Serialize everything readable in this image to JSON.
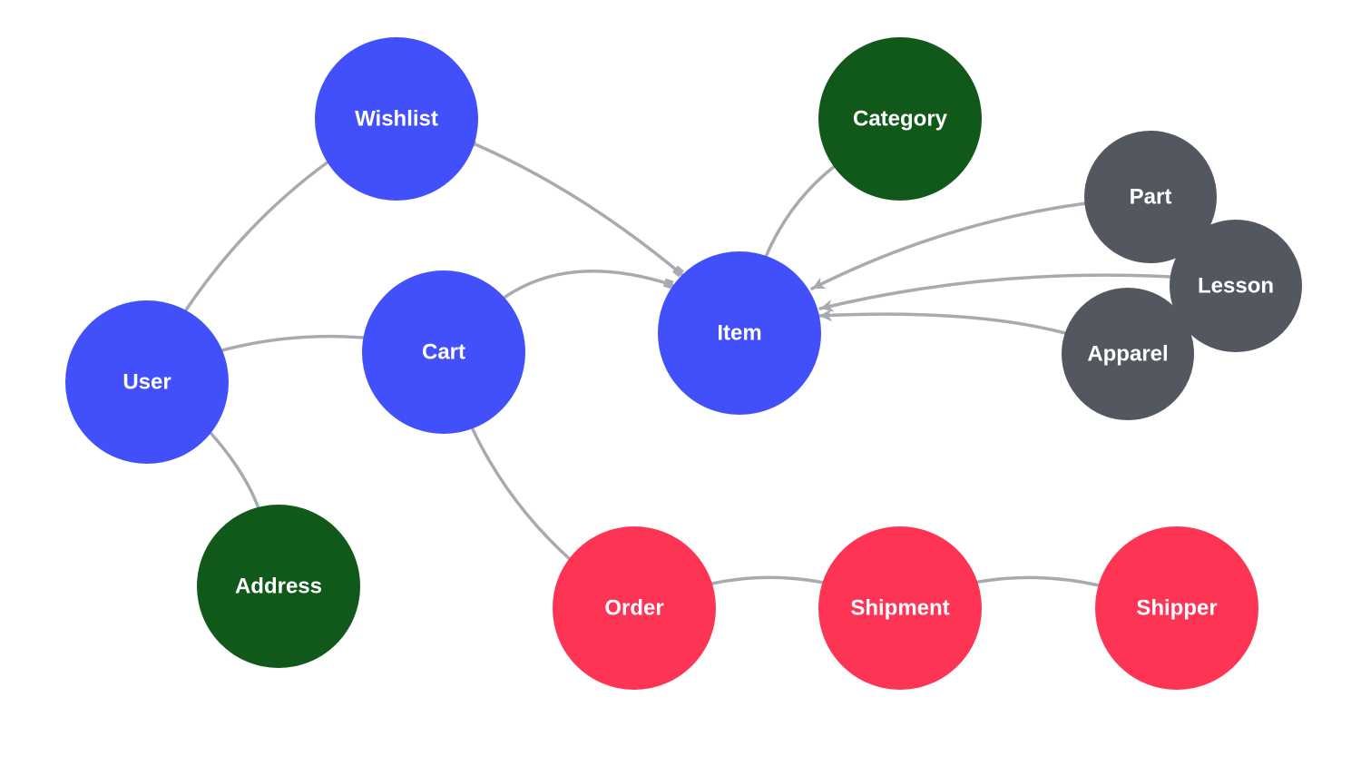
{
  "colors": {
    "entity": "#4150fb",
    "reference": "#11591a",
    "order_group": "#fd3454",
    "subtype": "#53575f",
    "edge": "#a7abb0",
    "background": "#ffffff"
  },
  "nodes": {
    "wishlist": {
      "label": "Wishlist",
      "group": "entity"
    },
    "category": {
      "label": "Category",
      "group": "reference"
    },
    "part": {
      "label": "Part",
      "group": "subtype"
    },
    "lesson": {
      "label": "Lesson",
      "group": "subtype"
    },
    "apparel": {
      "label": "Apparel",
      "group": "subtype"
    },
    "item": {
      "label": "Item",
      "group": "entity"
    },
    "cart": {
      "label": "Cart",
      "group": "entity"
    },
    "user": {
      "label": "User",
      "group": "entity"
    },
    "address": {
      "label": "Address",
      "group": "reference"
    },
    "order": {
      "label": "Order",
      "group": "order_group"
    },
    "shipment": {
      "label": "Shipment",
      "group": "order_group"
    },
    "shipper": {
      "label": "Shipper",
      "group": "order_group"
    }
  },
  "edges": [
    {
      "from": "user",
      "to": "wishlist",
      "start_marker": "none",
      "end_marker": "none"
    },
    {
      "from": "wishlist",
      "to": "item",
      "start_marker": "diamond",
      "end_marker": "square"
    },
    {
      "from": "cart",
      "to": "item",
      "start_marker": "diamond",
      "end_marker": "square"
    },
    {
      "from": "item",
      "to": "category",
      "start_marker": "none",
      "end_marker": "none"
    },
    {
      "from": "part",
      "to": "item",
      "start_marker": "none",
      "end_marker": "arrow"
    },
    {
      "from": "lesson",
      "to": "item",
      "start_marker": "none",
      "end_marker": "arrow"
    },
    {
      "from": "apparel",
      "to": "item",
      "start_marker": "none",
      "end_marker": "arrow"
    },
    {
      "from": "user",
      "to": "cart",
      "start_marker": "none",
      "end_marker": "none"
    },
    {
      "from": "user",
      "to": "address",
      "start_marker": "none",
      "end_marker": "none"
    },
    {
      "from": "cart",
      "to": "order",
      "start_marker": "none",
      "end_marker": "none"
    },
    {
      "from": "order",
      "to": "shipment",
      "start_marker": "none",
      "end_marker": "none"
    },
    {
      "from": "shipment",
      "to": "shipper",
      "start_marker": "diamond",
      "end_marker": "none"
    }
  ]
}
